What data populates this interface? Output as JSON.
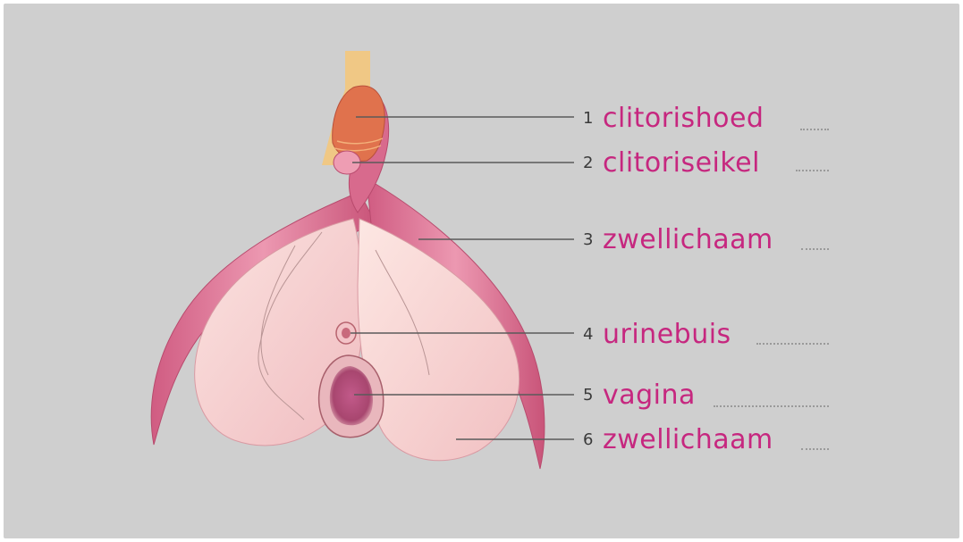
{
  "labels": [
    {
      "number": "1",
      "text": "clitorishoed"
    },
    {
      "number": "2",
      "text": "clitoriseikel"
    },
    {
      "number": "3",
      "text": "zwellichaam"
    },
    {
      "number": "4",
      "text": "urinebuis"
    },
    {
      "number": "5",
      "text": "vagina"
    },
    {
      "number": "6",
      "text": "zwellichaam"
    }
  ],
  "colors": {
    "background": "#cfcfcf",
    "label_text": "#c6277f",
    "leader_line": "#5a5a5a",
    "tissue_pink": "#e07a9a",
    "bulb_pink": "#f6d3d3"
  }
}
